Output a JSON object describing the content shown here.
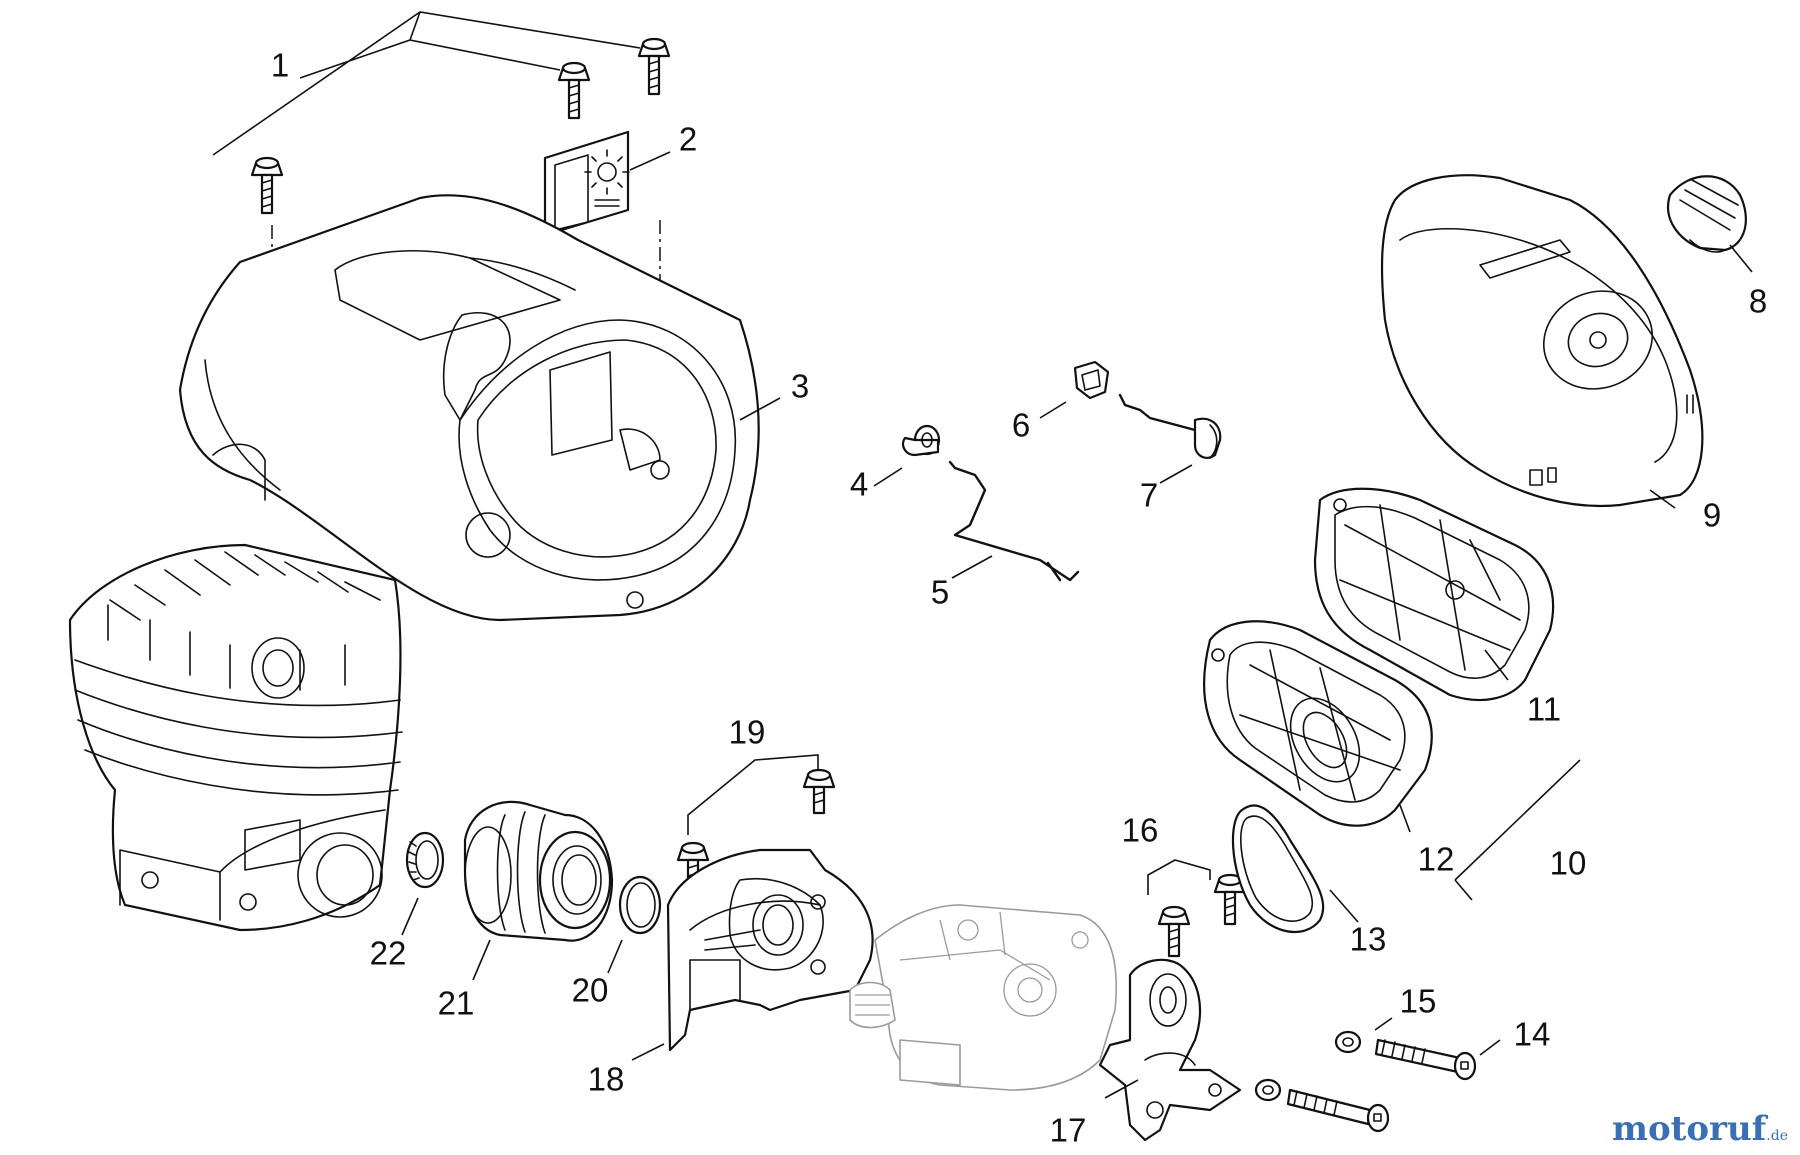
{
  "diagram": {
    "callouts": [
      "1",
      "2",
      "3",
      "4",
      "5",
      "6",
      "7",
      "8",
      "9",
      "10",
      "11",
      "12",
      "13",
      "14",
      "15",
      "16",
      "17",
      "18",
      "19",
      "20",
      "21",
      "22"
    ]
  },
  "watermark": {
    "brand": "motoruf",
    "tld": ".de",
    "color": "#3a6fb5"
  }
}
